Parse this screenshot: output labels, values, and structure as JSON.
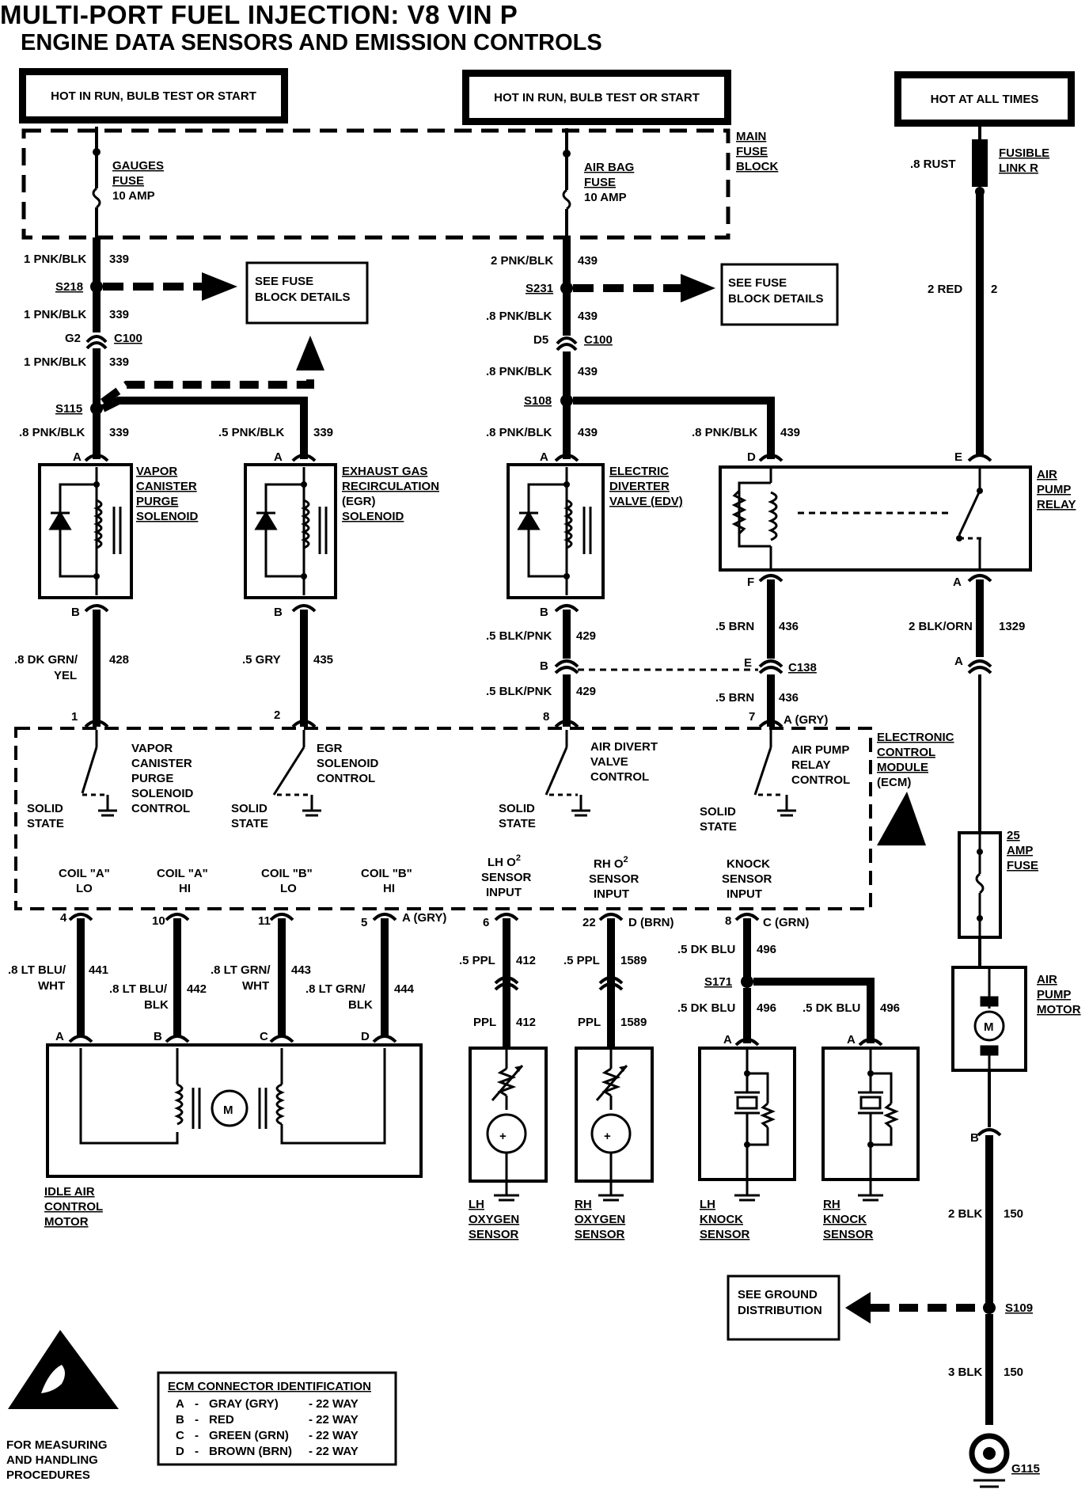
{
  "title": {
    "line1": "MULTI-PORT FUEL INJECTION:  V8  VIN P",
    "line2": "ENGINE DATA SENSORS AND EMISSION CONTROLS"
  },
  "power": {
    "hot_left": "HOT IN RUN, BULB TEST OR START",
    "hot_mid": "HOT IN RUN, BULB TEST OR START",
    "hot_right": "HOT AT ALL TIMES"
  },
  "fuse_block": {
    "label": [
      "MAIN",
      "FUSE",
      "BLOCK"
    ],
    "gauges_fuse": [
      "GAUGES",
      "FUSE",
      "10 AMP"
    ],
    "airbag_fuse": [
      "AIR BAG",
      "FUSE",
      "10 AMP"
    ]
  },
  "fusible_link": {
    "wire": ".8 RUST",
    "label": [
      "FUSIBLE",
      "LINK R"
    ]
  },
  "see_fuse_block": [
    "SEE FUSE",
    "BLOCK DETAILS"
  ],
  "see_ground": [
    "SEE GROUND",
    "DISTRIBUTION"
  ],
  "splices": {
    "s218": "S218",
    "s115": "S115",
    "s231": "S231",
    "s108": "S108",
    "s171": "S171",
    "s109": "S109",
    "g115": "G115"
  },
  "connectors": {
    "g2": "G2",
    "c100": "C100",
    "d5": "D5",
    "c138": "C138"
  },
  "wires": {
    "w1": [
      "1 PNK/BLK",
      "339"
    ],
    "w2": [
      "1 PNK/BLK",
      "339"
    ],
    "w3": [
      "1 PNK/BLK",
      "339"
    ],
    "w4": [
      ".8 PNK/BLK",
      "339"
    ],
    "w5": [
      ".5 PNK/BLK",
      "339"
    ],
    "w6": [
      "2 PNK/BLK",
      "439"
    ],
    "w7": [
      ".8 PNK/BLK",
      "439"
    ],
    "w8": [
      ".8 PNK/BLK",
      "439"
    ],
    "w9": [
      ".8 PNK/BLK",
      "439"
    ],
    "w10": [
      ".8 PNK/BLK",
      "439"
    ],
    "w11": [
      "2 RED",
      "2"
    ],
    "w12": [
      ".8 DK GRN/",
      "YEL",
      "428"
    ],
    "w13": [
      ".5 GRY",
      "435"
    ],
    "w14": [
      ".5 BLK/PNK",
      "429"
    ],
    "w15": [
      ".5 BLK/PNK",
      "429"
    ],
    "w16": [
      ".5 BRN",
      "436"
    ],
    "w17": [
      ".5 BRN",
      "436"
    ],
    "w18": [
      "2 BLK/ORN",
      "1329"
    ],
    "w19": [
      ".8 LT BLU/",
      "WHT",
      "441"
    ],
    "w20": [
      ".8 LT BLU/",
      "BLK",
      "442"
    ],
    "w21": [
      ".8 LT GRN/",
      "WHT",
      "443"
    ],
    "w22": [
      ".8 LT GRN/",
      "BLK",
      "444"
    ],
    "w23": [
      ".5 PPL",
      "412"
    ],
    "w24": [
      "PPL",
      "412"
    ],
    "w25": [
      ".5 PPL",
      "1589"
    ],
    "w26": [
      "PPL",
      "1589"
    ],
    "w27": [
      ".5 DK BLU",
      "496"
    ],
    "w28": [
      ".5 DK BLU",
      "496"
    ],
    "w29": [
      ".5 DK BLU",
      "496"
    ],
    "w30": [
      "2 BLK",
      "150"
    ],
    "w31": [
      "3 BLK",
      "150"
    ]
  },
  "components": {
    "vapor": [
      "VAPOR",
      "CANISTER",
      "PURGE",
      "SOLENOID"
    ],
    "egr": [
      "EXHAUST GAS",
      "RECIRCULATION",
      "(EGR)",
      "SOLENOID"
    ],
    "edv": [
      "ELECTRIC",
      "DIVERTER",
      "VALVE (EDV)"
    ],
    "relay": [
      "AIR",
      "PUMP",
      "RELAY"
    ],
    "fuse25": [
      "25",
      "AMP",
      "FUSE"
    ],
    "air_pump_motor": [
      "AIR",
      "PUMP",
      "MOTOR"
    ],
    "iac": [
      "IDLE AIR",
      "CONTROL",
      "MOTOR"
    ],
    "lh_o2": [
      "LH",
      "OXYGEN",
      "SENSOR"
    ],
    "rh_o2": [
      "RH",
      "OXYGEN",
      "SENSOR"
    ],
    "lh_knock": [
      "LH",
      "KNOCK",
      "SENSOR"
    ],
    "rh_knock": [
      "RH",
      "KNOCK",
      "SENSOR"
    ],
    "motor_symbol": "M"
  },
  "ecm": {
    "label": [
      "ELECTRONIC",
      "CONTROL",
      "MODULE",
      "(ECM)"
    ],
    "vapor_ctrl": [
      "VAPOR",
      "CANISTER",
      "PURGE",
      "SOLENOID",
      "CONTROL"
    ],
    "egr_ctrl": [
      "EGR",
      "SOLENOID",
      "CONTROL"
    ],
    "air_divert": [
      "AIR DIVERT",
      "VALVE",
      "CONTROL"
    ],
    "air_pump_ctrl": [
      "AIR PUMP",
      "RELAY",
      "CONTROL"
    ],
    "solid_state": [
      "SOLID",
      "STATE"
    ],
    "coil_a_lo": [
      "COIL \"A\"",
      "LO"
    ],
    "coil_a_hi": [
      "COIL \"A\"",
      "HI"
    ],
    "coil_b_lo": [
      "COIL \"B\"",
      "LO"
    ],
    "coil_b_hi": [
      "COIL \"B\"",
      "HI"
    ],
    "lh_o2_in": [
      "LH O",
      "SENSOR",
      "INPUT"
    ],
    "rh_o2_in": [
      "RH O",
      "SENSOR",
      "INPUT"
    ],
    "knock_in": [
      "KNOCK",
      "SENSOR",
      "INPUT"
    ],
    "sup2": "2",
    "agry": "A (GRY)",
    "dbrn": "D (BRN)",
    "cgrn": "C (GRN)"
  },
  "pins": {
    "a": "A",
    "b": "B",
    "c": "C",
    "d": "D",
    "e": "E",
    "f": "F",
    "p1": "1",
    "p2": "2",
    "p8": "8",
    "p7": "7",
    "p4": "4",
    "p10": "10",
    "p11": "11",
    "p5": "5",
    "p6": "6",
    "p22": "22"
  },
  "esd_note": [
    "FOR MEASURING",
    "AND HANDLING",
    "PROCEDURES"
  ],
  "ecm_connector_table": {
    "title": "ECM CONNECTOR IDENTIFICATION",
    "rows": [
      [
        "A",
        "-",
        "GRAY (GRY)",
        "- 22 WAY"
      ],
      [
        "B",
        "-",
        "RED",
        "- 22 WAY"
      ],
      [
        "C",
        "-",
        "GREEN (GRN)",
        "- 22 WAY"
      ],
      [
        "D",
        "-",
        "BROWN (BRN)",
        "- 22 WAY"
      ]
    ]
  }
}
